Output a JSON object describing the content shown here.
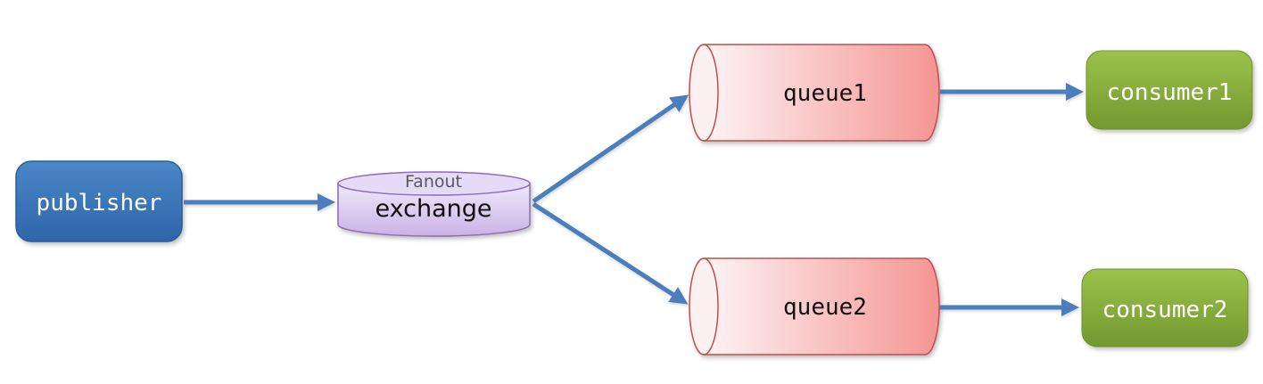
{
  "diagram": {
    "type": "fanout-exchange-message-flow",
    "nodes": {
      "publisher": {
        "label": "publisher",
        "shape": "rounded-rect"
      },
      "exchange": {
        "label": "exchange",
        "type_label": "Fanout",
        "shape": "cylinder-vertical"
      },
      "queue1": {
        "label": "queue1",
        "shape": "cylinder-horizontal"
      },
      "queue2": {
        "label": "queue2",
        "shape": "cylinder-horizontal"
      },
      "consumer1": {
        "label": "consumer1",
        "shape": "rounded-rect"
      },
      "consumer2": {
        "label": "consumer2",
        "shape": "rounded-rect"
      }
    },
    "edges": [
      {
        "from": "publisher",
        "to": "exchange"
      },
      {
        "from": "exchange",
        "to": "queue1"
      },
      {
        "from": "exchange",
        "to": "queue2"
      },
      {
        "from": "queue1",
        "to": "consumer1"
      },
      {
        "from": "queue2",
        "to": "consumer2"
      }
    ],
    "colors": {
      "arrow": "#4a7ebc",
      "publisher_fill_top": "#4a87c7",
      "publisher_fill_bottom": "#2e66a9",
      "publisher_stroke": "#2a5c94",
      "exchange_fill_top": "#f0e9fb",
      "exchange_fill_bottom": "#c9b2e5",
      "exchange_ellipse_fill": "#e6dbf7",
      "exchange_stroke": "#8c6bb8",
      "queue_fill_left": "#fdf4f4",
      "queue_fill_right": "#f59593",
      "queue_cap_fill": "#fdf0f0",
      "queue_stroke": "#c0504d",
      "consumer_fill_top": "#9cc24c",
      "consumer_fill_bottom": "#73982f",
      "consumer_stroke": "#6f9130",
      "fanout_text": "#595959"
    }
  }
}
